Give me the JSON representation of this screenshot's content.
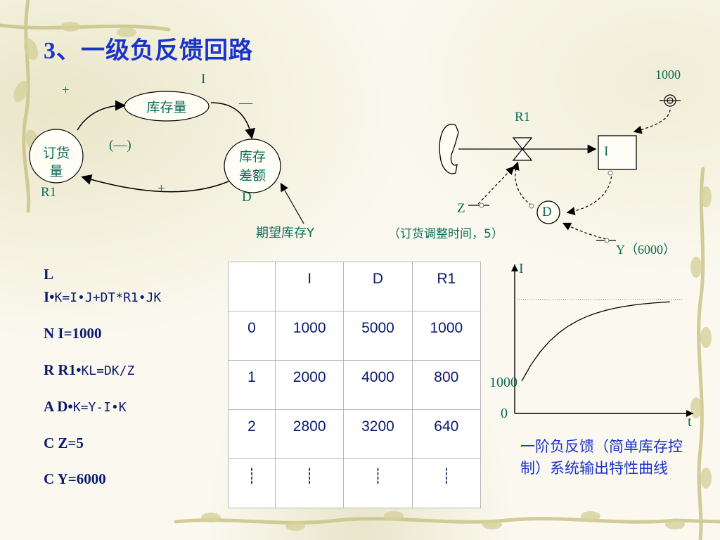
{
  "title": "3、一级负反馈回路",
  "causal_loop": {
    "node_inventory": "库存量",
    "node_order_line1": "订货",
    "node_order_line2": "量",
    "node_gap_line1": "库存",
    "node_gap_line2": "差额",
    "label_I": "I",
    "label_minus": "—",
    "label_plus_top": "+",
    "label_plus_bottom": "+",
    "label_loop": "(—)",
    "label_R1": "R1",
    "label_D": "D",
    "desired_label": "期望库存Y"
  },
  "flow_diagram": {
    "label_1000": "1000",
    "label_R1": "R1",
    "label_I": "I",
    "label_D": "D",
    "label_Z": "Z",
    "z_note": "（订货调整时间，5）",
    "label_Y": "Y（6000）"
  },
  "equations": [
    {
      "prefix": "L",
      "code": ""
    },
    {
      "prefix": "I•",
      "code": "K=I•J+DT*R1•JK"
    },
    {
      "prefix": "N  I=1000",
      "code": ""
    },
    {
      "prefix": "R  R1•",
      "code": "KL=DK/Z"
    },
    {
      "prefix": "A  D•",
      "code": "K=Y-I•K"
    },
    {
      "prefix": "C  Z=5",
      "code": ""
    },
    {
      "prefix": "C  Y=6000",
      "code": ""
    }
  ],
  "table": {
    "headers": [
      "",
      "I",
      "D",
      "R1"
    ],
    "rows": [
      [
        "0",
        "1000",
        "5000",
        "1000"
      ],
      [
        "1",
        "2000",
        "4000",
        "800"
      ],
      [
        "2",
        "2800",
        "3200",
        "640"
      ],
      [
        "┊",
        "┊",
        "┊",
        "┊"
      ]
    ]
  },
  "chart_data": {
    "type": "line",
    "title": "",
    "xlabel": "t",
    "ylabel": "I",
    "y_ticks": [
      "1000",
      "0"
    ],
    "series": [
      {
        "x": [
          0,
          1,
          2,
          3,
          4,
          5,
          6,
          7,
          8,
          9,
          10,
          11,
          12,
          13,
          14,
          15,
          16
        ],
        "y": [
          1000,
          2000,
          2800,
          3440,
          3952,
          4362,
          4689,
          4951,
          5161,
          5329,
          5463,
          5570,
          5656,
          5725,
          5780,
          5824,
          5859
        ]
      }
    ],
    "asymptote": 6000,
    "asymptote_style": "dotted",
    "caption": "一阶负反馈（简单库存控制）系统输出特性曲线"
  }
}
